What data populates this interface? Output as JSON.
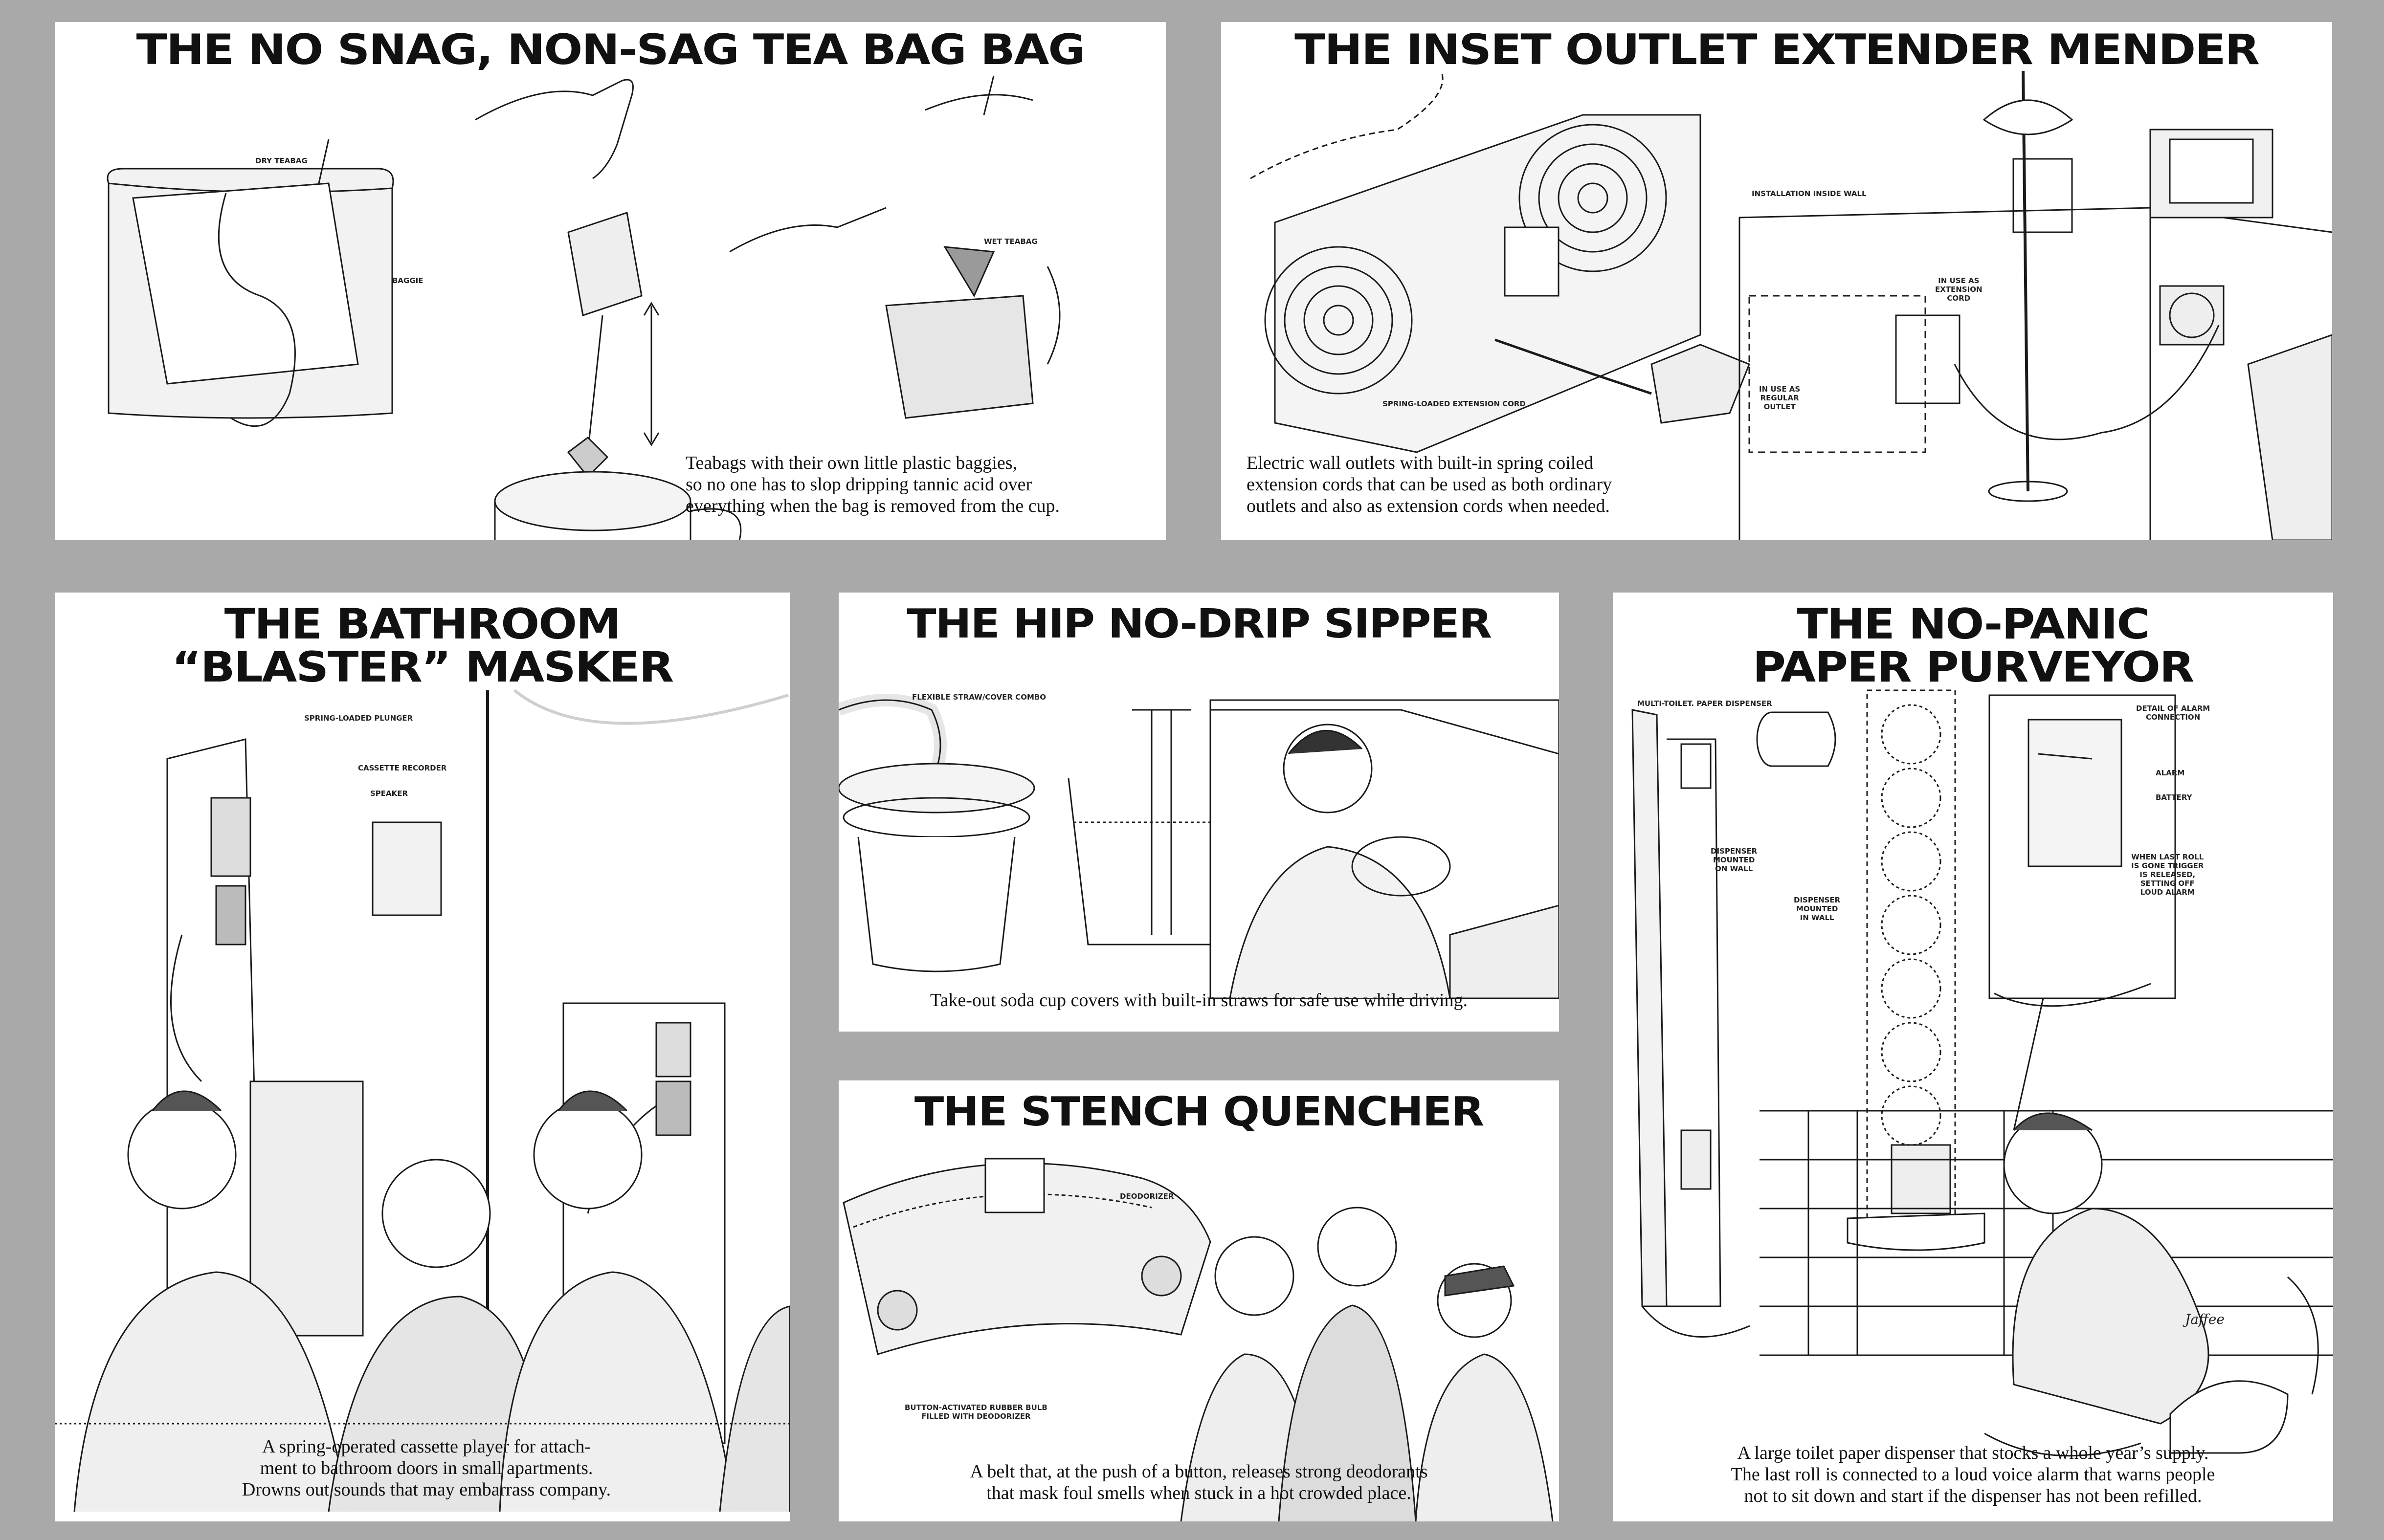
{
  "panels": {
    "teabag": {
      "title": "THE NO SNAG, NON-SAG TEA BAG BAG",
      "labels": {
        "dry": "DRY TEABAG",
        "baggie": "BAGGIE",
        "wet": "WET TEABAG"
      },
      "caption": [
        "Teabags with their own little plastic baggies,",
        "so no one has to slop dripping tannic acid over",
        "everything when the bag is removed from the cup."
      ]
    },
    "outlet": {
      "title": "THE INSET OUTLET EXTENDER MENDER",
      "labels": {
        "install": "INSTALLATION INSIDE WALL",
        "extension": "IN USE AS\nEXTENSION\nCORD",
        "regular": "IN USE AS\nREGULAR\nOUTLET",
        "spring": "SPRING-LOADED EXTENSION CORD"
      },
      "caption": [
        "Electric wall outlets with built-in spring coiled",
        "extension cords that can be used as both ordinary",
        "outlets and also as extension cords when needed."
      ]
    },
    "bathroom": {
      "title_line1": "THE BATHROOM",
      "title_line2": "“BLASTER” MASKER",
      "labels": {
        "plunger": "SPRING-LOADED PLUNGER",
        "cassette": "CASSETTE RECORDER",
        "speaker": "SPEAKER"
      },
      "caption": [
        "A spring-operated cassette player for attach-",
        "ment to bathroom doors in small apartments.",
        "Drowns out sounds that may embarrass company."
      ]
    },
    "sipper": {
      "title": "THE HIP NO-DRIP SIPPER",
      "labels": {
        "straw": "FLEXIBLE STRAW/COVER COMBO"
      },
      "caption": [
        "Take-out soda cup covers with built-in straws for safe use while driving."
      ]
    },
    "stench": {
      "title": "THE STENCH QUENCHER",
      "labels": {
        "deodorizer": "DEODORIZER",
        "bulb": "BUTTON-ACTIVATED RUBBER BULB\nFILLED WITH DEODORIZER"
      },
      "caption": [
        "A belt that, at the push of a button, releases strong deodorants",
        "that mask foul smells when stuck in a hot crowded place."
      ]
    },
    "paper": {
      "title_line1": "THE NO-PANIC",
      "title_line2": "PAPER PURVEYOR",
      "labels": {
        "multi": "MULTI-TOILET. PAPER DISPENSER",
        "detail": "DETAIL OF ALARM\nCONNECTION",
        "alarm": "ALARM",
        "battery": "BATTERY",
        "trigger": "WHEN LAST ROLL\nIS GONE TRIGGER\nIS RELEASED,\nSETTING OFF\nLOUD ALARM",
        "onwall": "DISPENSER\nMOUNTED\nON WALL",
        "inwall": "DISPENSER\nMOUNTED\nIN WALL"
      },
      "signature": "Jaffee",
      "caption": [
        "A large toilet paper dispenser that stocks a whole year’s supply.",
        "The last roll is connected to a loud voice alarm that warns people",
        "not to sit down and start if the dispenser has not been refilled."
      ]
    }
  }
}
